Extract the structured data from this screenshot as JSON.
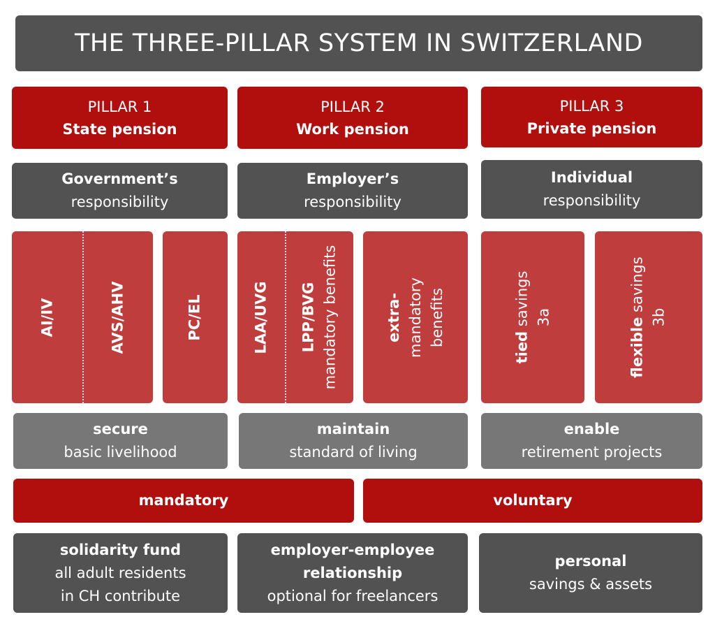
{
  "title": "THE THREE-PILLAR SYSTEM IN SWITZERLAND",
  "pillars": [
    {
      "number": "PILLAR 1",
      "name": "State pension"
    },
    {
      "number": "PILLAR 2",
      "name": "Work pension"
    },
    {
      "number": "PILLAR 3",
      "name": "Private pension"
    }
  ],
  "responsibility": [
    {
      "who": "Government’s",
      "label": "responsibility"
    },
    {
      "who": "Employer’s",
      "label": "responsibility"
    },
    {
      "who": "Individual",
      "label": "responsibility"
    }
  ],
  "components": {
    "p1": {
      "ai": "AI/IV",
      "avs": "AVS/AHV",
      "pc": "PC/EL"
    },
    "p2": {
      "laa": "LAA/UVG",
      "lpp_bold": "LPP/BVG",
      "lpp_sub": "mandatory benefits",
      "extra_bold": "extra-",
      "extra_line2": "mandatory",
      "extra_line3": "benefits"
    },
    "p3": {
      "tied_bold": "tied",
      "tied_rest": "savings",
      "tied_code": "3a",
      "flex_bold": "flexible",
      "flex_rest": "savings",
      "flex_code": "3b"
    }
  },
  "goals": [
    {
      "verb": "secure",
      "object": "basic livelihood"
    },
    {
      "verb": "maintain",
      "object": "standard of living"
    },
    {
      "verb": "enable",
      "object": "retirement projects"
    }
  ],
  "obligation": {
    "mandatory": "mandatory",
    "voluntary": "voluntary"
  },
  "funding": [
    {
      "lines": [
        "solidarity fund",
        "all adult residents",
        "in CH contribute"
      ]
    },
    {
      "lines": [
        "employer-employee",
        "relationship",
        "optional for freelancers"
      ]
    },
    {
      "lines": [
        "personal",
        "savings & assets"
      ]
    }
  ],
  "colors": {
    "dark_gray": "#525252",
    "mid_gray": "#777777",
    "red": "#b10e0e",
    "rose": "#c03d3d"
  }
}
